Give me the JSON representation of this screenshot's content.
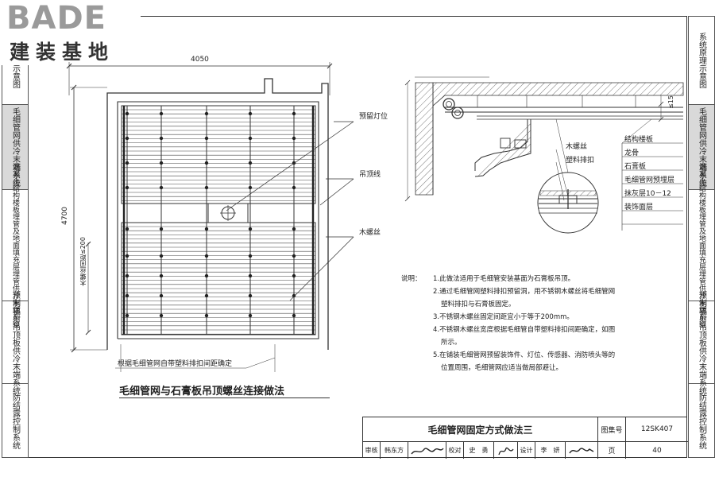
{
  "logo": {
    "brand": "BADE",
    "subtitle": "建装基地"
  },
  "left_tabs": [
    {
      "text": "系统原理示意图",
      "active": false
    },
    {
      "text": "毛细管网供冷末端系统",
      "active": true
    },
    {
      "text": "混凝土结构楼板埋管及地面填充层埋管供冷末端系统",
      "active": false
    },
    {
      "text": "预制辐射吊顶板供冷末端系统",
      "active": false
    },
    {
      "text": "防结露控制系统",
      "active": false
    }
  ],
  "right_tabs": [
    {
      "text": "系统原理示意图",
      "active": false
    },
    {
      "text": "毛细管网供冷末端系统",
      "active": true
    },
    {
      "text": "混凝土结构楼板埋管及地面填充层埋管供冷末端系统",
      "active": false
    },
    {
      "text": "预制辐射吊顶板供冷末端系统",
      "active": false
    },
    {
      "text": "防结露控制系统",
      "active": false
    }
  ],
  "plan": {
    "dim_width": "4050",
    "dim_height": "4700",
    "dim_spacing": "木螺丝间距≤200",
    "bottom_note": "根据毛细管网自带塑料排扣间距确定",
    "callout_light": "预留灯位",
    "callout_line": "吊顶线",
    "callout_screw": "木螺丝",
    "caption": "毛细管网与石膏板吊顶螺丝连接做法"
  },
  "section": {
    "dim_15": "≤15",
    "label_screw": "木螺丝",
    "label_clip": "塑料排扣",
    "layers": [
      "结构楼板",
      "龙骨",
      "石膏板",
      "毛细管网预埋层",
      "抹灰层10－12",
      "装饰面层"
    ]
  },
  "notes": {
    "head": "说明：",
    "items": [
      "1.此做法适用于毛细管安装基面为石膏板吊顶。",
      "2.通过毛细管网塑料排扣预留洞，用不锈钢木螺丝将毛细管网",
      "塑料排扣与石膏板固定。",
      "3.不锈钢木螺丝固定间距宜小于等于200mm。",
      "4.不锈钢木螺丝宽度根据毛细管自带塑料排扣间距确定，如图",
      "所示。",
      "5.在铺装毛细管网预留装饰件、灯位、传感器、消防喷头等的",
      "位置周围，毛细管网应适当做局部避让。"
    ]
  },
  "title_block": {
    "title": "毛细管网固定方式做法三",
    "atlas_label": "图集号",
    "atlas_no": "12SK407",
    "review_label": "审核",
    "review_name": "韩东方",
    "check_label": "校对",
    "check_name": "史　勇",
    "design_label": "设计",
    "design_name": "李　妍",
    "page_label": "页",
    "page_no": "40"
  }
}
